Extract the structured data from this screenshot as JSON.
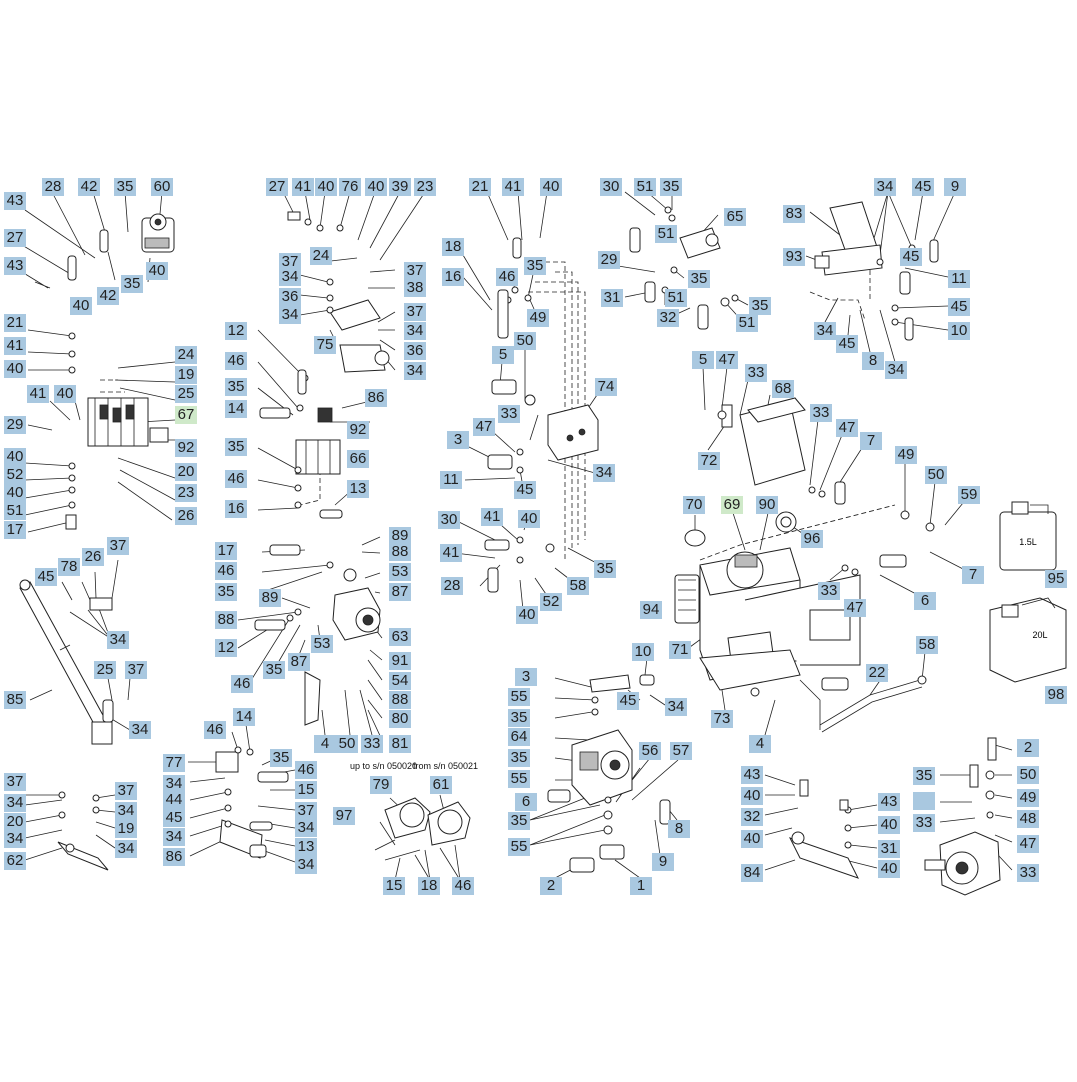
{
  "diagram": {
    "notes": {
      "up_to": "up to s/n 050020",
      "from": "from s/n 050021",
      "can_small": "1.5L",
      "can_large": "20L"
    },
    "callouts": [
      "28",
      "42",
      "35",
      "60",
      "43",
      "27",
      "43",
      "40",
      "42",
      "35",
      "40",
      "21",
      "41",
      "40",
      "41",
      "40",
      "29",
      "40",
      "52",
      "40",
      "51",
      "17",
      "24",
      "19",
      "25",
      "67",
      "92",
      "20",
      "23",
      "26",
      "45",
      "78",
      "26",
      "37",
      "34",
      "85",
      "25",
      "37",
      "34",
      "37",
      "34",
      "20",
      "34",
      "62",
      "37",
      "34",
      "19",
      "34",
      "27",
      "41",
      "40",
      "76",
      "40",
      "39",
      "23",
      "24",
      "37",
      "34",
      "36",
      "34",
      "75",
      "37",
      "38",
      "37",
      "34",
      "36",
      "34",
      "12",
      "46",
      "35",
      "14",
      "92",
      "86",
      "35",
      "46",
      "66",
      "16",
      "13",
      "17",
      "46",
      "35",
      "89",
      "88",
      "53",
      "87",
      "89",
      "88",
      "12",
      "46",
      "35",
      "87",
      "53",
      "63",
      "91",
      "54",
      "88",
      "80",
      "4",
      "50",
      "33",
      "81",
      "46",
      "14",
      "35",
      "77",
      "34",
      "44",
      "45",
      "34",
      "86",
      "46",
      "15",
      "37",
      "34",
      "13",
      "34",
      "21",
      "41",
      "40",
      "18",
      "16",
      "46",
      "35",
      "49",
      "5",
      "50",
      "33",
      "47",
      "3",
      "11",
      "45",
      "74",
      "34",
      "30",
      "41",
      "40",
      "41",
      "28",
      "40",
      "52",
      "58",
      "35",
      "30",
      "51",
      "35",
      "51",
      "65",
      "29",
      "35",
      "31",
      "51",
      "35",
      "32",
      "51",
      "34",
      "45",
      "9",
      "83",
      "93",
      "45",
      "11",
      "34",
      "45",
      "8",
      "45",
      "10",
      "34",
      "5",
      "47",
      "33",
      "68",
      "72",
      "33",
      "47",
      "7",
      "49",
      "50",
      "59",
      "70",
      "69",
      "90",
      "96",
      "33",
      "47",
      "6",
      "7",
      "94",
      "71",
      "73",
      "22",
      "58",
      "4",
      "95",
      "98",
      "10",
      "45",
      "34",
      "3",
      "55",
      "35",
      "64",
      "35",
      "55",
      "6",
      "35",
      "55",
      "56",
      "57",
      "8",
      "2",
      "9",
      "1",
      "43",
      "40",
      "32",
      "40",
      "43",
      "40",
      "31",
      "40",
      "84",
      "2",
      "50",
      "49",
      "48",
      "33",
      "47",
      "33",
      "79",
      "61",
      "97",
      "15",
      "18",
      "46",
      "35"
    ]
  }
}
